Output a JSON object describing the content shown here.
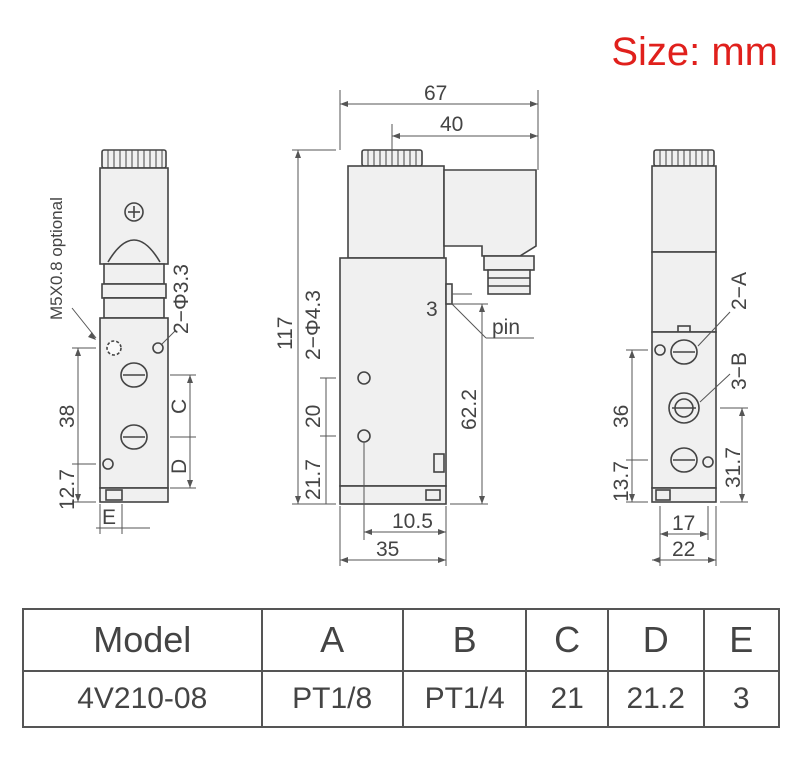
{
  "size_label": "Size: mm",
  "left_view": {
    "thread_note": "M5X0.8 optional",
    "hole_note": "2−Φ3.3",
    "dim_38": "38",
    "dim_12_7": "12.7",
    "label_c": "C",
    "label_d": "D",
    "label_e": "E"
  },
  "middle_view": {
    "dim_67": "67",
    "dim_40": "40",
    "dim_117": "117",
    "hole_note": "2−Φ4.3",
    "dim_20": "20",
    "dim_21_7": "21.7",
    "dim_62_2": "62.2",
    "dim_3": "3",
    "pin_label": "pin",
    "dim_10_5": "10.5",
    "dim_35": "35"
  },
  "right_view": {
    "port_a": "2−A",
    "port_b": "3−B",
    "dim_36": "36",
    "dim_13_7": "13.7",
    "dim_31_7": "31.7",
    "dim_17": "17",
    "dim_22": "22"
  },
  "table": {
    "headers": [
      "Model",
      "A",
      "B",
      "C",
      "D",
      "E"
    ],
    "rows": [
      [
        "4V210-08",
        "PT1/8",
        "PT1/4",
        "21",
        "21.2",
        "3"
      ]
    ]
  }
}
